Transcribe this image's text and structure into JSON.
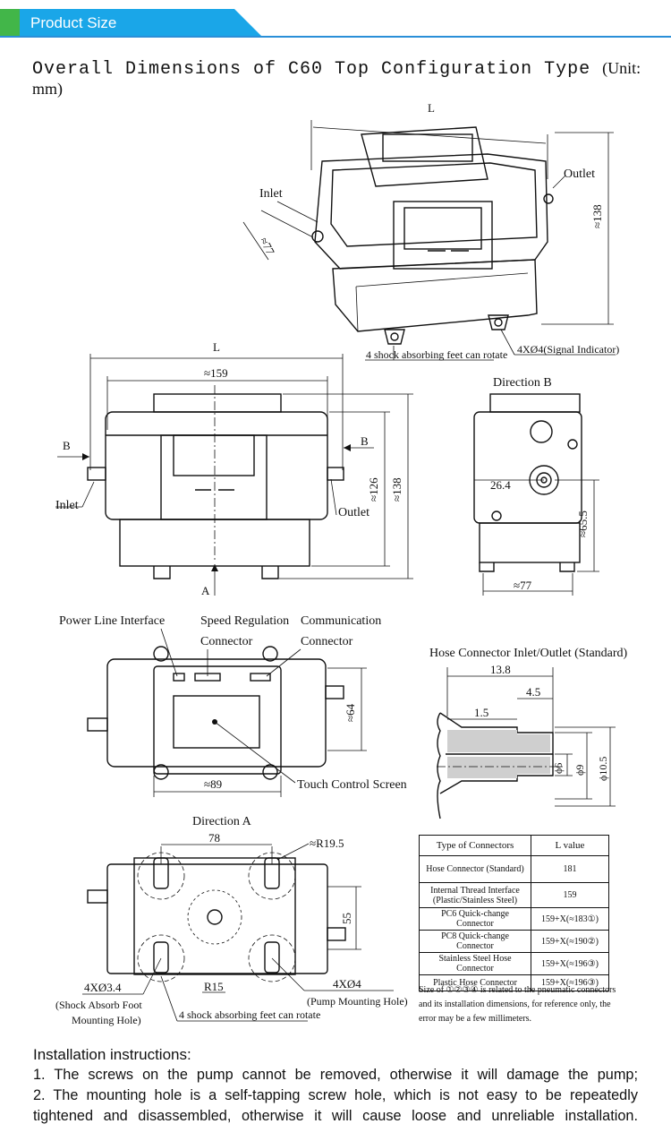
{
  "header": {
    "title": "Product Size",
    "accent_color": "#1aa6e8",
    "green_color": "#42b649"
  },
  "page": {
    "title": "Overall Dimensions of C60 Top Configuration Type",
    "unit": "(Unit: mm)"
  },
  "view_iso": {
    "L": "L",
    "inlet": "Inlet",
    "outlet": "Outlet",
    "approx_77": "≈77",
    "approx_138": "≈138",
    "feet_note": "4 shock absorbing feet can rotate",
    "signal": "4XØ4(Signal Indicator)"
  },
  "view_front": {
    "L": "L",
    "approx_159": "≈159",
    "B_left": "B",
    "B_right": "B",
    "A": "A",
    "inlet": "Inlet",
    "outlet": "Outlet",
    "approx_126": "≈126",
    "approx_138": "≈138"
  },
  "view_side": {
    "title": "Direction B",
    "dim_264": "26.4",
    "dim_655": "≈65.5",
    "dim_77": "≈77"
  },
  "view_top": {
    "power": "Power Line Interface",
    "speed1": "Speed Regulation",
    "speed2": "Connector",
    "comm1": "Communication",
    "comm2": "Connector",
    "dim_64": "≈64",
    "dim_89": "≈89",
    "touch": "Touch Control Screen"
  },
  "view_hose": {
    "title": "Hose Connector Inlet/Outlet (Standard)",
    "d138": "13.8",
    "d45": "4.5",
    "d15": "1.5",
    "phi6": "ϕ6",
    "phi9": "ϕ9",
    "phi105": "ϕ10.5"
  },
  "view_bottom": {
    "title": "Direction A",
    "d78": "78",
    "r195": "≈R19.5",
    "d55": "55",
    "r15": "R15",
    "holes34": "4XØ3.4",
    "holes34_note1": "(Shock Absorb Foot",
    "holes34_note2": "Mounting Hole)",
    "feet_note": "4 shock absorbing feet can rotate",
    "holes4": "4XØ4",
    "holes4_note": "(Pump Mounting Hole)"
  },
  "connector_table": {
    "headers": [
      "Type of Connectors",
      "L value"
    ],
    "rows": [
      [
        "Hose Connector (Standard)",
        "181"
      ],
      [
        "Internal Thread Interface (Plastic/Stainless Steel)",
        "159"
      ],
      [
        "PC6 Quick-change Connector",
        "159+X(≈183①)"
      ],
      [
        "PC8 Quick-change Connector",
        "159+X(≈190②)"
      ],
      [
        "Stainless Steel Hose Connector",
        "159+X(≈196③)"
      ],
      [
        "Plastic Hose Connector",
        "159+X(≈196③)"
      ]
    ],
    "note": "Size of ①②③④ is related to the pneumatic connectors and its installation dimensions, for reference only, the error may be a few millimeters."
  },
  "installation": {
    "heading": "Installation instructions:",
    "items": [
      "1. The screws on the pump cannot be removed, otherwise it will damage the pump;",
      "2. The mounting hole is a self-tapping screw hole, which is not easy to be repeatedly tightened and disassembled, otherwise it will cause loose and unreliable installation."
    ]
  }
}
